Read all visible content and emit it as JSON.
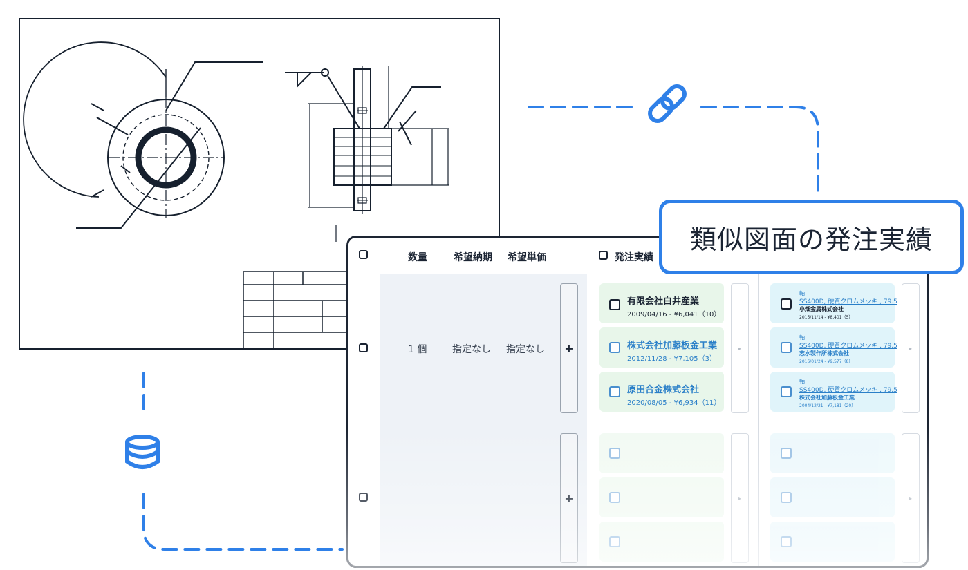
{
  "callout": {
    "title": "類似図面の発注実績"
  },
  "icons": {
    "link": "link-icon",
    "database": "database-icon"
  },
  "colors": {
    "accent": "#2f80e8",
    "green_card": "#e8f6ea",
    "blue_card": "#e0f4fa",
    "text_link": "#2a7fc8"
  },
  "table": {
    "headers": {
      "quantity": "数量",
      "due_date": "希望納期",
      "unit_price": "希望単価",
      "order_history": "発注実績"
    },
    "row1": {
      "quantity": "1 個",
      "due_date": "指定なし",
      "unit_price": "指定なし",
      "add": "+",
      "orders": [
        {
          "company": "有限会社白井産業",
          "detail": "2009/04/16 - ¥6,041（10）"
        },
        {
          "company": "株式会社加藤板金工業",
          "detail": "2012/11/28 - ¥7,105（3）"
        },
        {
          "company": "原田合金株式会社",
          "detail": "2020/08/05 - ¥6,934（11）"
        }
      ],
      "similar": [
        {
          "label": "軸",
          "spec": "SS400D, 硬質クロムメッキ , 79.5",
          "company": "小畑金属株式会社",
          "detail": "2015/11/14 - ¥8,401（5）"
        },
        {
          "label": "軸",
          "spec": "SS400D, 硬質クロムメッキ , 79.5",
          "company": "志水製作所株式会社",
          "detail": "2016/01/24 - ¥9,577（8）"
        },
        {
          "label": "軸",
          "spec": "SS400D, 硬質クロムメッキ , 79.5",
          "company": "株式会社加藤板金工業",
          "detail": "2004/12/21 - ¥7,181（20）"
        }
      ]
    },
    "row2": {
      "add": "+"
    },
    "arrow": "▸"
  }
}
